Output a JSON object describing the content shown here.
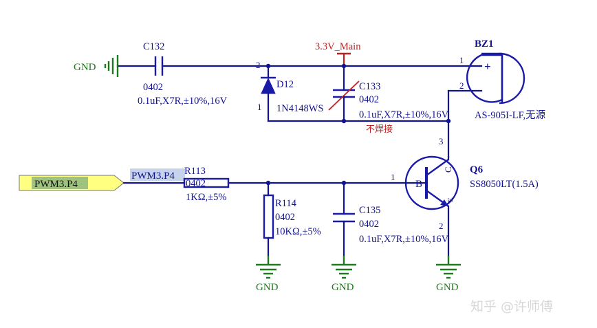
{
  "schematic": {
    "c132": {
      "ref": "C132",
      "package": "0402",
      "value": "0.1uF,X7R,±10%,16V"
    },
    "gnd_left": "GND",
    "power": "3.3V_Main",
    "d12": {
      "ref": "D12",
      "part": "1N4148WS",
      "pin2": "2",
      "pin1": "1"
    },
    "c133": {
      "ref": "C133",
      "package": "0402",
      "value": "0.1uF,X7R,±10%,16V",
      "note": "不焊接"
    },
    "bz1": {
      "ref": "BZ1",
      "part": "AS-905I-LF,无源",
      "pin1": "1",
      "pin2": "2",
      "plus": "+"
    },
    "port": {
      "label": "PWM3.P4"
    },
    "net_label": "PWM3.P4",
    "r113": {
      "ref": "R113",
      "package": "0402",
      "value": "1KΩ,±5%"
    },
    "r114": {
      "ref": "R114",
      "package": "0402",
      "value": "10KΩ,±5%"
    },
    "c135": {
      "ref": "C135",
      "package": "0402",
      "value": "0.1uF,X7R,±10%,16V"
    },
    "q6": {
      "ref": "Q6",
      "part": "SS8050LT(1.5A)",
      "pin_b": "1",
      "pin_c": "3",
      "pin_e": "2",
      "b": "B",
      "c": "C",
      "e": "E"
    },
    "gnd_bottom": [
      "GND",
      "GND",
      "GND"
    ],
    "watermark": "知乎 @许师傅"
  }
}
